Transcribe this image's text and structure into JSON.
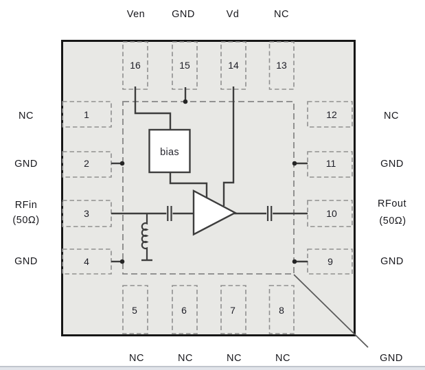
{
  "pins": {
    "top": [
      {
        "number": "16",
        "label": "Ven"
      },
      {
        "number": "15",
        "label": "GND"
      },
      {
        "number": "14",
        "label": "Vd"
      },
      {
        "number": "13",
        "label": "NC"
      }
    ],
    "left": [
      {
        "number": "1",
        "label": "NC"
      },
      {
        "number": "2",
        "label": "GND"
      },
      {
        "number": "3",
        "label": "RFin",
        "impedance": "(50Ω)"
      },
      {
        "number": "4",
        "label": "GND"
      }
    ],
    "right": [
      {
        "number": "12",
        "label": "NC"
      },
      {
        "number": "11",
        "label": "GND"
      },
      {
        "number": "10",
        "label": "RFout",
        "impedance": "(50Ω)"
      },
      {
        "number": "9",
        "label": "GND"
      }
    ],
    "bottom": [
      {
        "number": "5",
        "label": "NC"
      },
      {
        "number": "6",
        "label": "NC"
      },
      {
        "number": "7",
        "label": "NC"
      },
      {
        "number": "8",
        "label": "NC"
      }
    ]
  },
  "exposed_pad": {
    "label": "GND"
  },
  "amplifier": {
    "bias_label": "bias"
  },
  "colors": {
    "package_fill": "#e8e8e5",
    "package_border": "#161616",
    "pin_dash": "#8f8f8f",
    "pad_dash": "#868686",
    "circuit": "#3d3d3d",
    "text": "#17171c",
    "window_edge_fill": "#e1e4ea",
    "window_edge_border": "#aab0ba"
  }
}
